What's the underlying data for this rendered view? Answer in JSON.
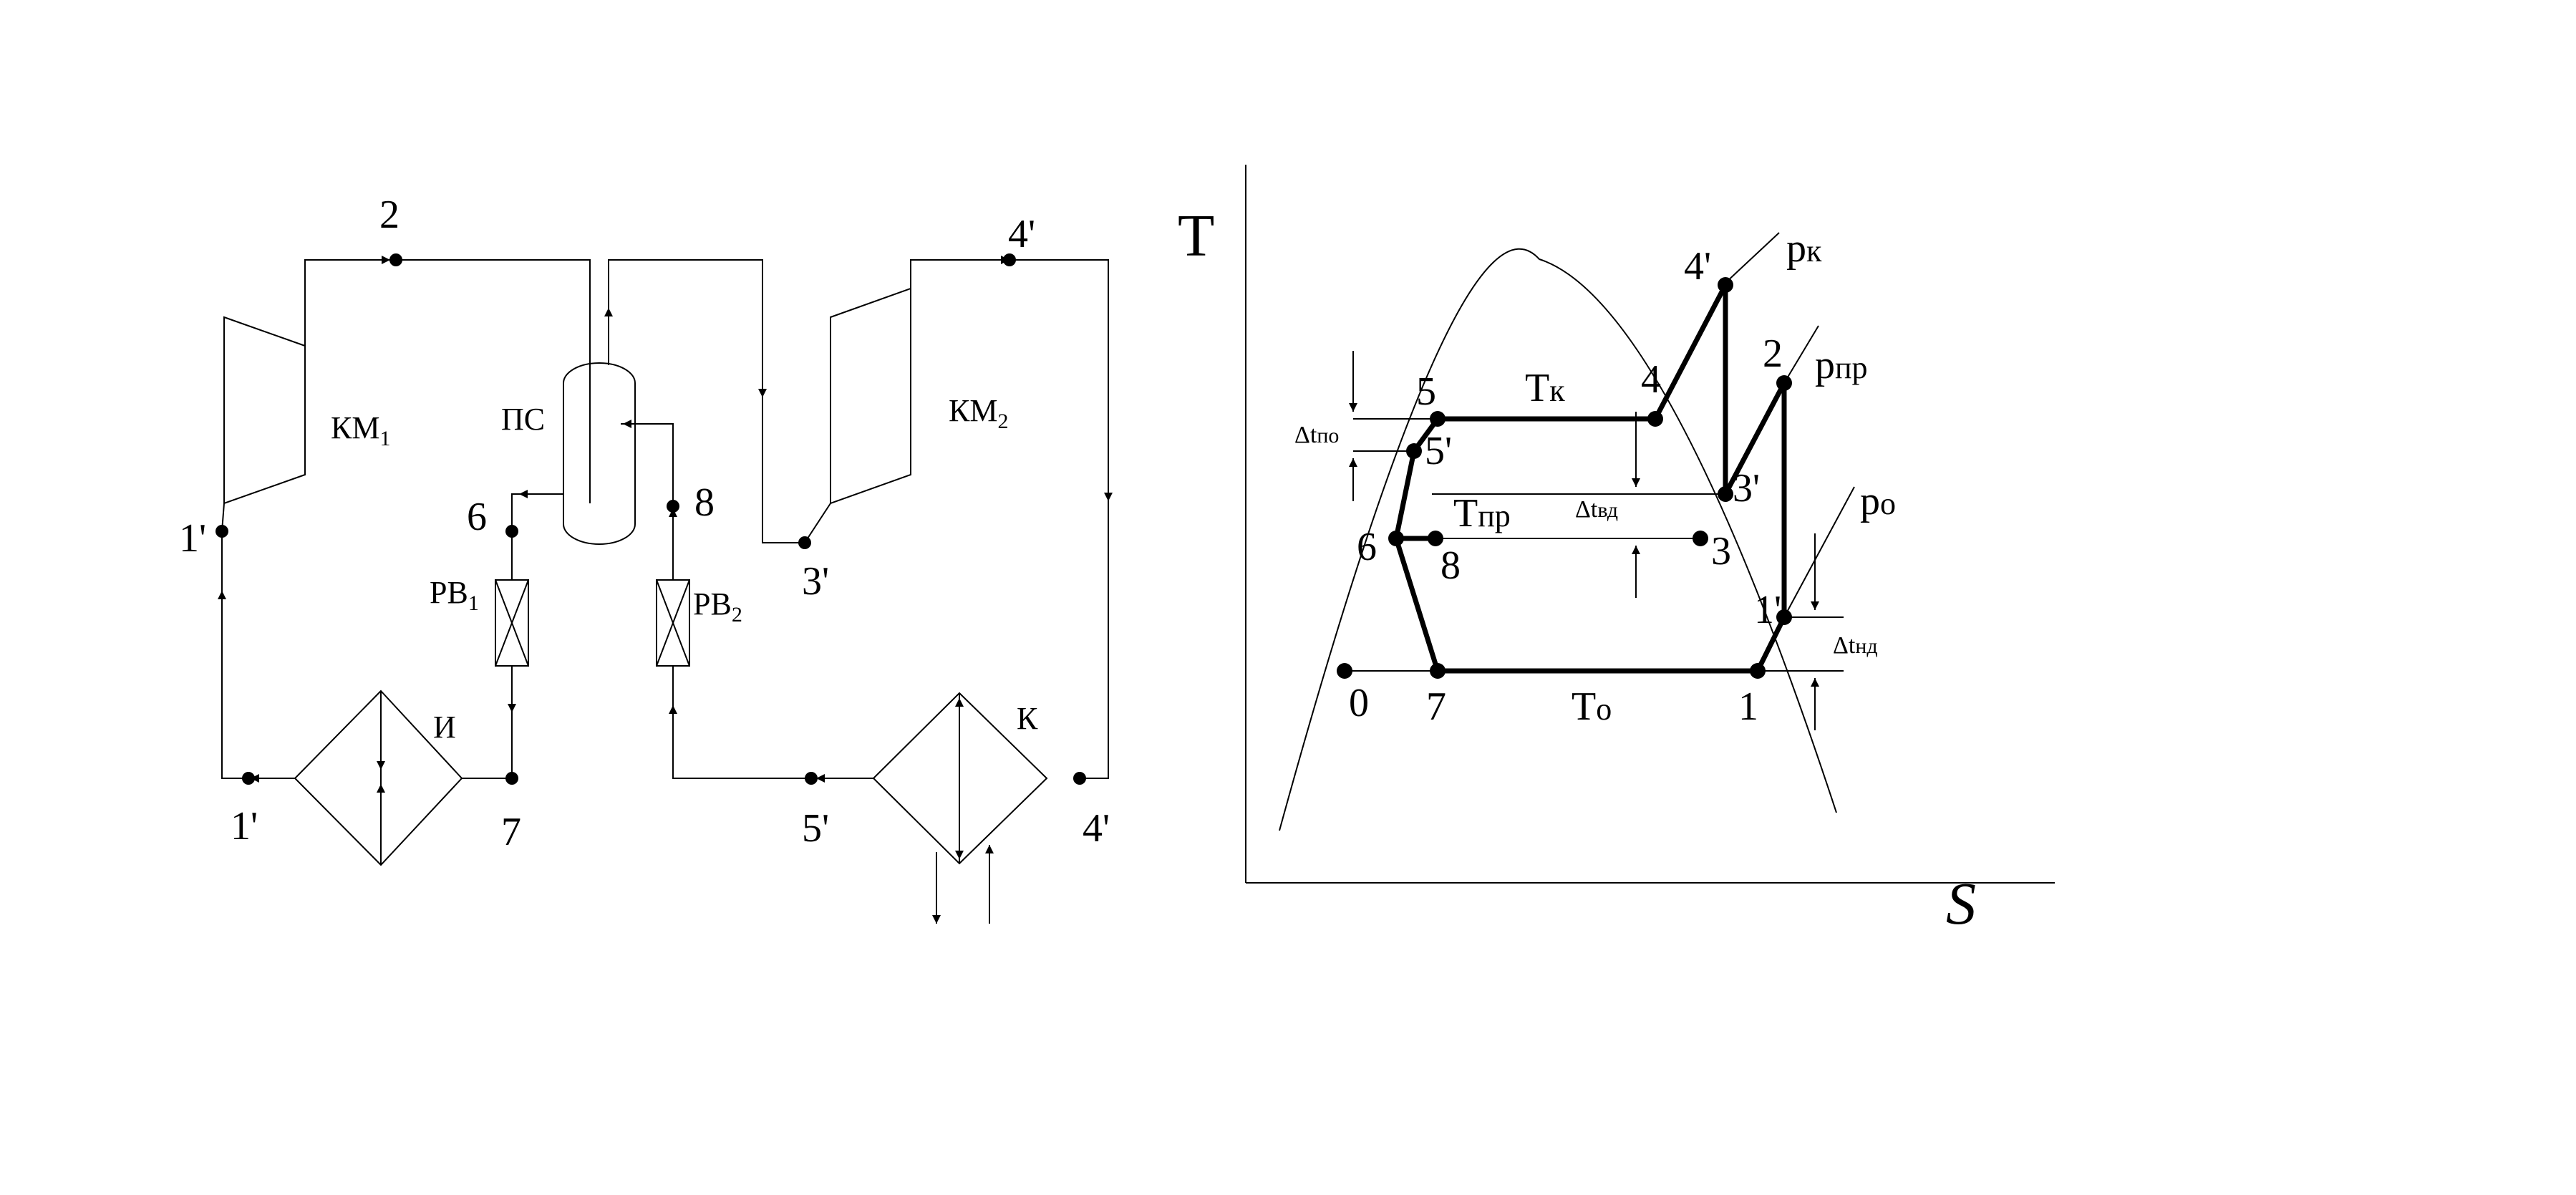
{
  "scheme": {
    "compressor1": "КМ",
    "compressor1_sub": "1",
    "compressor2": "КМ",
    "compressor2_sub": "2",
    "separator": "ПС",
    "valve1": "РВ",
    "valve1_sub": "1",
    "valve2": "РВ",
    "valve2_sub": "2",
    "evaporator": "И",
    "condenser": "К",
    "points": {
      "p2": "2",
      "p4p_top": "4'",
      "p1p_left": "1'",
      "p6": "6",
      "p8": "8",
      "p3p": "3'",
      "p1p_bottom": "1'",
      "p7": "7",
      "p5p": "5'",
      "p4p_bottom": "4'"
    }
  },
  "ts_diagram": {
    "axis_y": "T",
    "axis_x": "S",
    "isobars": {
      "pk": "p",
      "pk_sub": "к",
      "ppr": "p",
      "ppr_sub": "пр",
      "po": "p",
      "po_sub": "о"
    },
    "temps": {
      "tk": "T",
      "tk_sub": "к",
      "tpr": "T",
      "tpr_sub": "пр",
      "to": "T",
      "to_sub": "о"
    },
    "deltas": {
      "dtpo": "Δt",
      "dtpo_sub": "по",
      "dtvd": "Δt",
      "dtvd_sub": "вд",
      "dtnd": "Δt",
      "dtnd_sub": "нд"
    },
    "points": {
      "p0": "0",
      "p1": "1",
      "p1p": "1'",
      "p2": "2",
      "p3": "3",
      "p3p": "3'",
      "p4": "4",
      "p4p": "4'",
      "p5": "5",
      "p5p": "5'",
      "p6": "6",
      "p7": "7",
      "p8": "8"
    }
  }
}
